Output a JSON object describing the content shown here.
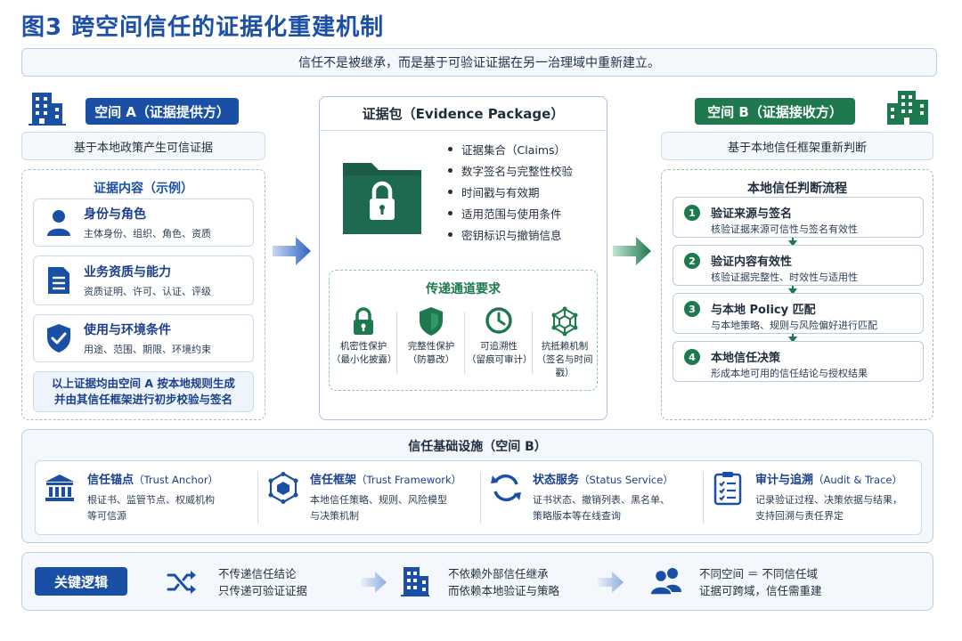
{
  "title": "图3  跨空间信任的证据化重建机制",
  "subtitle": "信任不是被继承，而是基于可验证证据在另一治理域中重新建立。",
  "space_a": {
    "header": "空间 A（证据提供方）",
    "desc": "基于本地政策产生可信证据",
    "section_title": "证据内容（示例）",
    "cards": [
      {
        "title": "身份与角色",
        "desc": "主体身份、组织、角色、资质",
        "icon": "person-icon"
      },
      {
        "title": "业务资质与能力",
        "desc": "资质证明、许可、认证、评级",
        "icon": "document-icon"
      },
      {
        "title": "使用与环境条件",
        "desc": "用途、范围、期限、环境约束",
        "icon": "shield-check-icon"
      }
    ],
    "note_line1": "以上证据均由空间 A 按本地规则生成",
    "note_line2": "并由其信任框架进行初步校验与签名"
  },
  "package": {
    "title": "证据包（Evidence Package）",
    "bullets": [
      "证据集合（Claims）",
      "数字签名与完整性校验",
      "时间戳与有效期",
      "适用范围与使用条件",
      "密钥标识与撤销信息"
    ],
    "channel_title": "传递通道要求",
    "requirements": [
      {
        "line1": "机密性保护",
        "line2": "（最小化披露）",
        "icon": "lock-icon"
      },
      {
        "line1": "完整性保护",
        "line2": "（防篡改）",
        "icon": "shield-icon"
      },
      {
        "line1": "可追溯性",
        "line2": "（留痕可审计）",
        "icon": "clock-icon"
      },
      {
        "line1": "抗抵赖机制",
        "line2": "（签名与时间戳）",
        "icon": "network-icon"
      }
    ]
  },
  "space_b": {
    "header": "空间 B（证据接收方）",
    "desc": "基于本地信任框架重新判断",
    "section_title": "本地信任判断流程",
    "steps": [
      {
        "num": "1",
        "title": "验证来源与签名",
        "desc": "核验证据来源可信性与签名有效性"
      },
      {
        "num": "2",
        "title": "验证内容有效性",
        "desc": "核验证据完整性、时效性与适用性"
      },
      {
        "num": "3",
        "title": "与本地 Policy 匹配",
        "desc": "与本地策略、规则与风险偏好进行匹配"
      },
      {
        "num": "4",
        "title": "本地信任决策",
        "desc": "形成本地可用的信任结论与授权结果"
      }
    ]
  },
  "infra": {
    "title": "信任基础设施（空间 B）",
    "items": [
      {
        "name": "信任锚点",
        "en": "（Trust Anchor）",
        "line1": "根证书、监管节点、权威机构",
        "line2": "等可信源",
        "icon": "bank-icon"
      },
      {
        "name": "信任框架",
        "en": "（Trust Framework）",
        "line1": "本地信任策略、规则、风险模型",
        "line2": "与决策机制",
        "icon": "cube-icon"
      },
      {
        "name": "状态服务",
        "en": "（Status Service）",
        "line1": "证书状态、撤销列表、黑名单、",
        "line2": "策略版本等在线查询",
        "icon": "refresh-icon"
      },
      {
        "name": "审计与追溯",
        "en": "（Audit & Trace）",
        "line1": "记录验证过程、决策依据与结果，",
        "line2": "支持回溯与责任界定",
        "icon": "checklist-icon"
      }
    ]
  },
  "logic": {
    "label": "关键逻辑",
    "items": [
      {
        "line1": "不传递信任结论",
        "line2": "只传递可验证证据",
        "icon": "shuffle-icon"
      },
      {
        "line1": "不依赖外部信任继承",
        "line2": "而依赖本地验证与策略",
        "icon": "building-icon"
      },
      {
        "line1": "不同空间 ＝ 不同信任域",
        "line2": "证据可跨域，信任需重建",
        "icon": "users-icon"
      }
    ]
  },
  "colors": {
    "blue": "#1a4fa6",
    "green": "#1e7a4e",
    "light_blue": "#f4f8fd"
  }
}
